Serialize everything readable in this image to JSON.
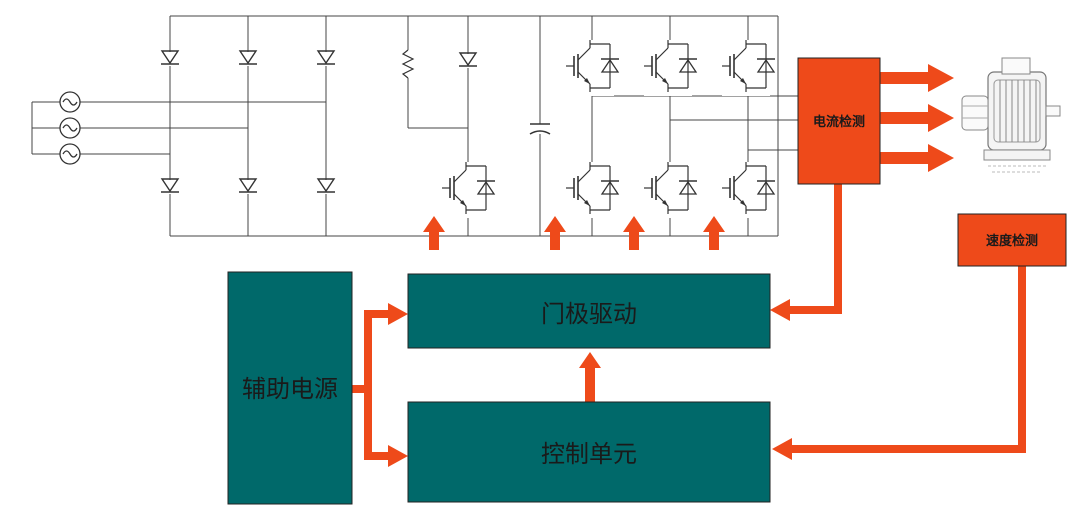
{
  "blocks": {
    "current_detect": "电流检测",
    "speed_detect": "速度检测",
    "gate_drive": "门极驱动",
    "aux_power": "辅助电源",
    "control_unit": "控制单元"
  },
  "colors": {
    "teal": "#00696a",
    "orange": "#ee4a1a",
    "line": "#333333"
  },
  "icons": {
    "ac_source": "ac-source-icon",
    "diode": "diode-icon",
    "igbt": "igbt-icon",
    "resistor": "resistor-icon",
    "capacitor": "capacitor-icon",
    "motor": "motor-icon"
  }
}
